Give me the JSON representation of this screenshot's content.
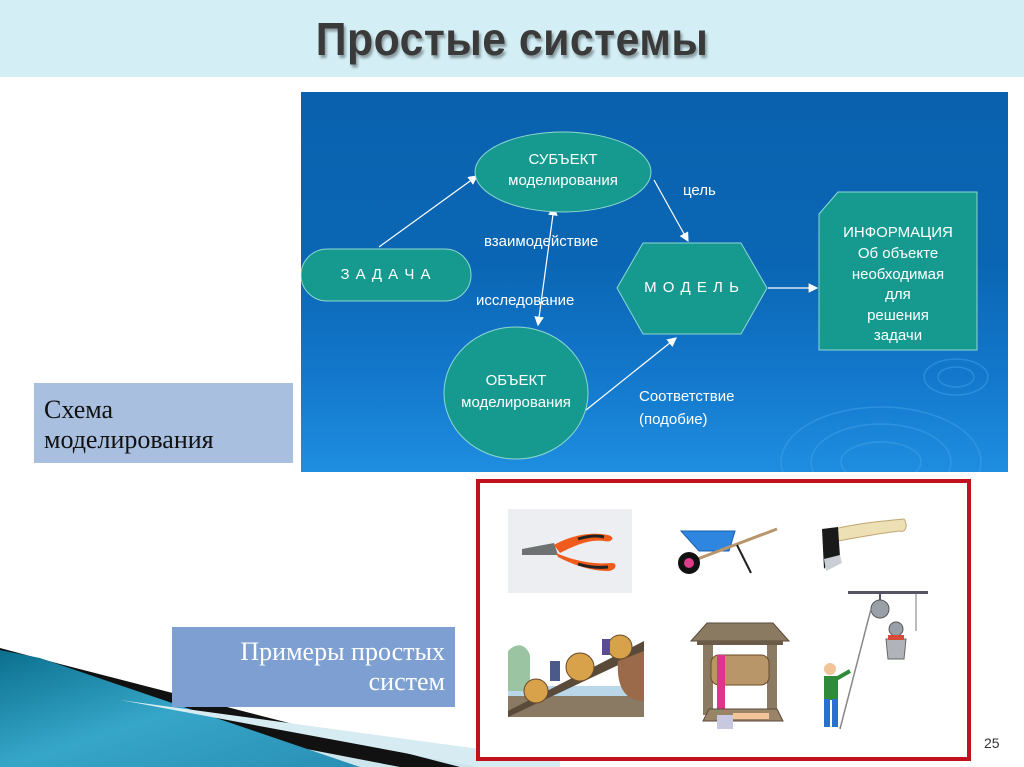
{
  "slide": {
    "title": "Простые системы",
    "page_number": "25"
  },
  "diagram": {
    "nodes": {
      "task": "З А Д А Ч А",
      "subject_line1": "СУБЪЕКТ",
      "subject_line2": "моделирования",
      "object_line1": "ОБЪЕКТ",
      "object_line2": "моделирования",
      "model": "М О Д Е Л Ь",
      "info_line1": "ИНФОРМАЦИЯ",
      "info_line2": "Об объекте",
      "info_line3": "необходимая",
      "info_line4": "для",
      "info_line5": "решения",
      "info_line6": "задачи"
    },
    "edge_labels": {
      "goal": "цель",
      "interaction": "взаимодействие",
      "research": "исследование",
      "correspondence_line1": "Соответствие",
      "correspondence_line2": "(подобие)"
    },
    "colors": {
      "panel_blue": "#0a62ae",
      "node_teal": "#169a90",
      "node_border": "#8fd8d0"
    }
  },
  "captions": {
    "schema_line1": "Схема",
    "schema_line2": "моделирования",
    "examples_line1": "Примеры простых",
    "examples_line2": "систем"
  },
  "examples": {
    "items": [
      {
        "name": "pliers"
      },
      {
        "name": "wheelbarrow"
      },
      {
        "name": "axe"
      },
      {
        "name": "inclined-plane-barrels"
      },
      {
        "name": "well-windlass"
      },
      {
        "name": "pulley-system"
      }
    ],
    "frame_color": "#c1121c"
  }
}
